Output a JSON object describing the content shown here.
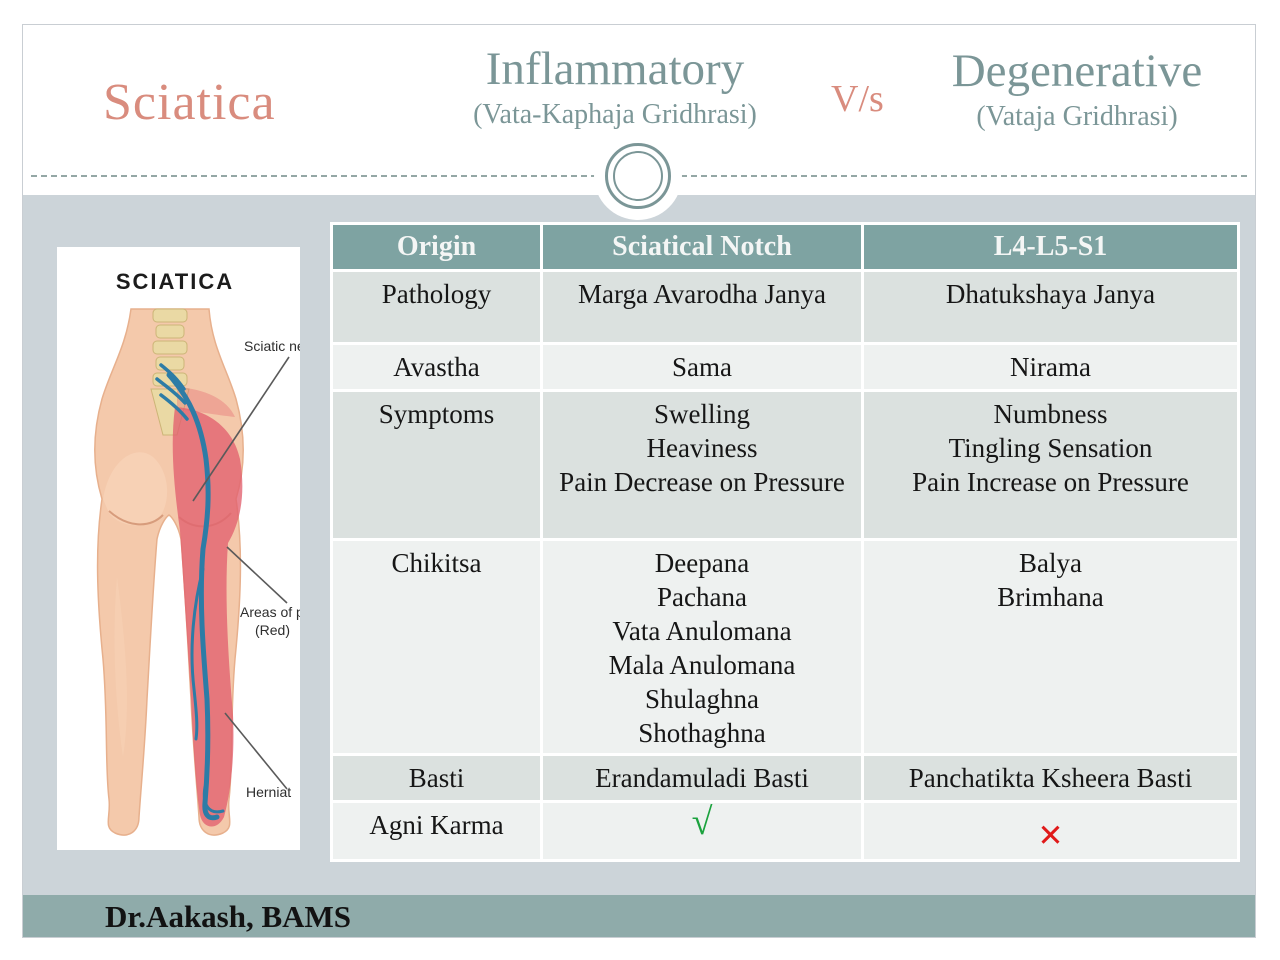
{
  "slide": {
    "title": "Sciatica",
    "vs_label": "V/s",
    "left_heading": {
      "title": "Inflammatory",
      "subtitle": "(Vata-Kaphaja Gridhrasi)"
    },
    "right_heading": {
      "title": "Degenerative",
      "subtitle": "(Vataja Gridhrasi)"
    },
    "footer_credit": "Dr.Aakash, BAMS"
  },
  "figure": {
    "caption": "SCIATICA",
    "labels": {
      "nerve": "Sciatic ne",
      "pain_area_line1": "Areas of p",
      "pain_area_line2": "(Red)",
      "herniated": "Herniat"
    }
  },
  "table": {
    "header": [
      "Origin",
      "Sciatical Notch",
      "L4-L5-S1"
    ],
    "rows": [
      {
        "label": "Pathology",
        "cells": [
          {
            "lines": [
              "Marga Avarodha Janya"
            ]
          },
          {
            "lines": [
              "Dhatukshaya Janya"
            ]
          }
        ]
      },
      {
        "label": "Avastha",
        "cells": [
          {
            "lines": [
              "Sama"
            ]
          },
          {
            "lines": [
              "Nirama"
            ]
          }
        ]
      },
      {
        "label": "Symptoms",
        "cells": [
          {
            "lines": [
              "Swelling",
              "Heaviness",
              "Pain Decrease on Pressure"
            ]
          },
          {
            "lines": [
              "Numbness",
              "Tingling Sensation",
              "Pain Increase on Pressure"
            ]
          }
        ]
      },
      {
        "label": "Chikitsa",
        "cells": [
          {
            "lines": [
              "Deepana",
              "Pachana",
              "Vata Anulomana",
              "Mala Anulomana",
              "Shulaghna",
              "Shothaghna"
            ]
          },
          {
            "lines": [
              "Balya",
              "Brimhana"
            ]
          }
        ]
      },
      {
        "label": "Basti",
        "cells": [
          {
            "lines": [
              "Erandamuladi Basti"
            ]
          },
          {
            "lines": [
              "Panchatikta Ksheera Basti"
            ]
          }
        ]
      },
      {
        "label": "Agni Karma",
        "cells": [
          {
            "lines": [
              "√"
            ],
            "mark": "green"
          },
          {
            "lines": [
              "✕"
            ],
            "mark": "red"
          }
        ]
      }
    ]
  },
  "colors": {
    "accent_salmon": "#d98c7e",
    "heading_teal": "#7b9697",
    "band_gray": "#ccd4d9",
    "table_header_teal": "#7ea3a2",
    "row_dark": "#dbe1df",
    "row_light": "#eef1f0",
    "footer_teal": "#8fabaa",
    "check_green": "#1ba23e",
    "cross_red": "#e01a1a"
  }
}
